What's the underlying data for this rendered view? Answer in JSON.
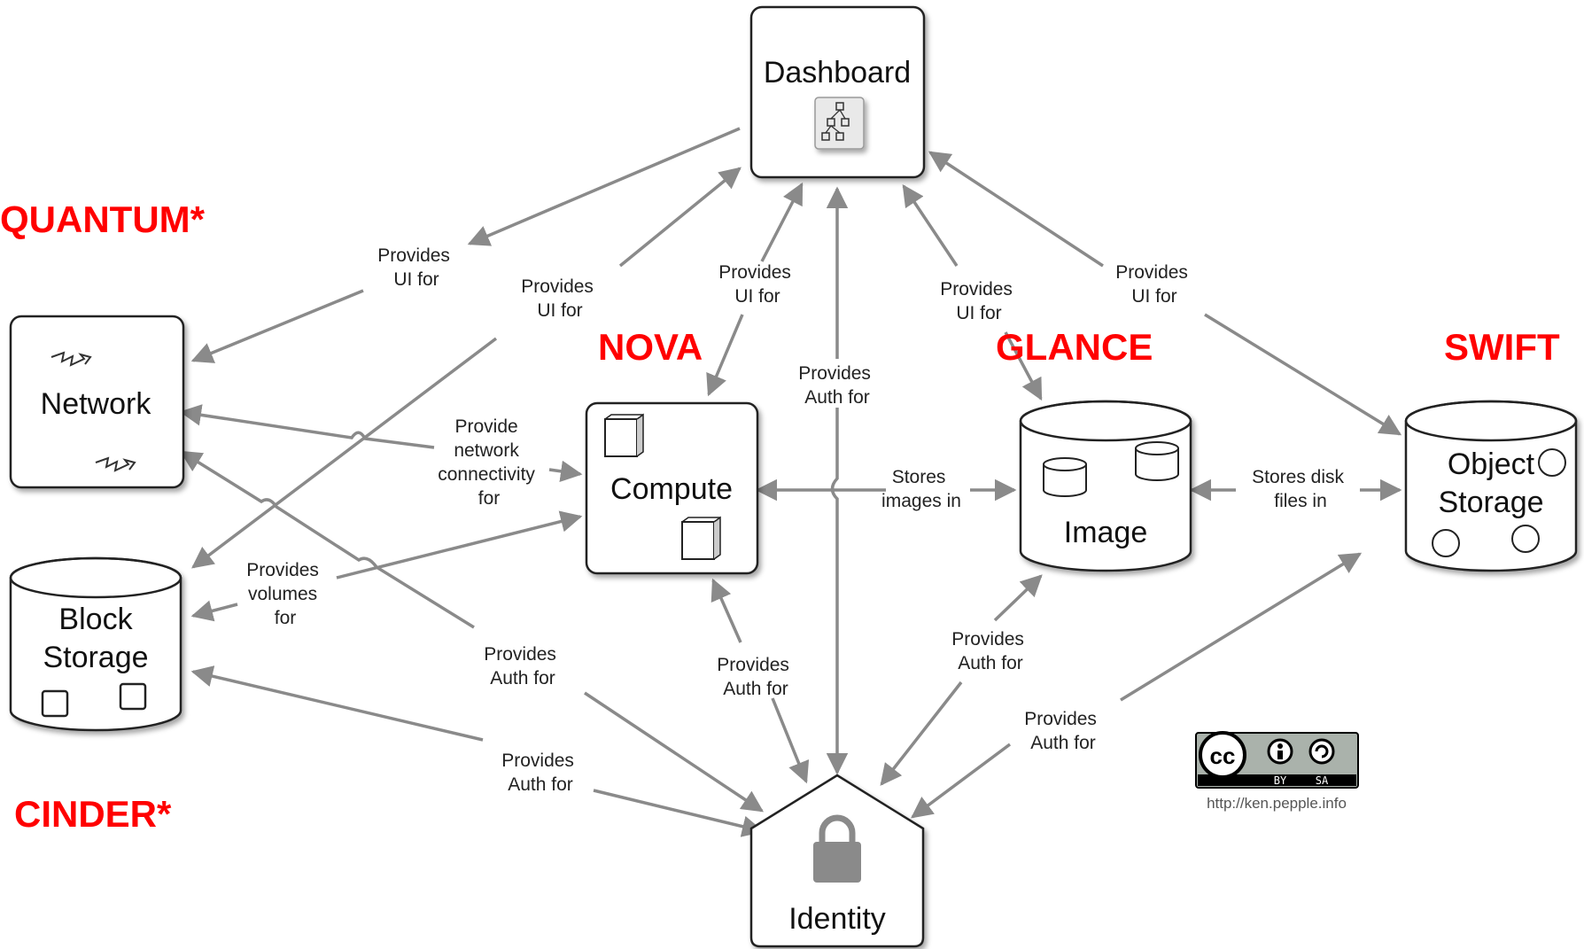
{
  "nodes": {
    "dashboard": "Dashboard",
    "network": "Network",
    "compute": "Compute",
    "image": "Image",
    "object_storage": [
      "Object",
      "Storage"
    ],
    "block_storage": [
      "Block",
      "Storage"
    ],
    "identity": "Identity"
  },
  "projects": {
    "quantum": "QUANTUM*",
    "nova": "NOVA",
    "glance": "GLANCE",
    "swift": "SWIFT",
    "cinder": "CINDER*"
  },
  "edge_labels": {
    "ui_network": [
      "Provides",
      "UI for"
    ],
    "ui_block": [
      "Provides",
      "UI for"
    ],
    "ui_compute": [
      "Provides",
      "UI for"
    ],
    "auth_dashboard": [
      "Provides",
      "Auth for"
    ],
    "ui_image": [
      "Provides",
      "UI for"
    ],
    "ui_object": [
      "Provides",
      "UI for"
    ],
    "network_conn": [
      "Provide",
      "network",
      "connectivity",
      "for"
    ],
    "stores_images": [
      "Stores",
      "images in"
    ],
    "stores_disk": [
      "Stores disk",
      "files in"
    ],
    "volumes": [
      "Provides",
      "volumes",
      "for"
    ],
    "auth_network": [
      "Provides",
      "Auth for"
    ],
    "auth_compute": [
      "Provides",
      "Auth for"
    ],
    "auth_image": [
      "Provides",
      "Auth for"
    ],
    "auth_object": [
      "Provides",
      "Auth for"
    ],
    "auth_block": [
      "Provides",
      "Auth for"
    ]
  },
  "license": {
    "cc": "cc",
    "by": "BY",
    "sa": "SA",
    "url": "http://ken.pepple.info"
  },
  "colors": {
    "project_label": "#ff0000",
    "edge": "#8a8a8a"
  }
}
